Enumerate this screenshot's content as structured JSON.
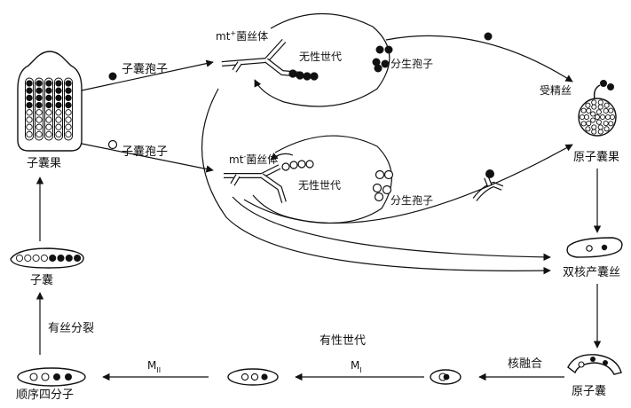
{
  "labels": {
    "mt_plus_prefix": "mt",
    "mt_plus_sup": "+",
    "mt_plus_suffix": "菌丝体",
    "mt_minus_prefix": "mt",
    "mt_minus_sup": "-",
    "mt_minus_suffix": "菌丝体",
    "asexual_top": "无性世代",
    "asexual_mid": "无性世代",
    "conidia_top": "分生孢子",
    "conidia_mid": "分生孢子",
    "ascospore_top": "子囊孢子",
    "ascospore_mid": "子囊孢子",
    "perithecium": "子囊果",
    "trichogyne": "受精丝",
    "protoperithecium": "原子囊果",
    "dikaryon_hypha": "双核产囊丝",
    "ascus": "子囊",
    "mitosis": "有丝分裂",
    "sexual_generation": "有性世代",
    "karyogamy": "核融合",
    "proascus": "原子囊",
    "ordered_tetrad": "顺序四分子",
    "meiosis2_base": "M",
    "meiosis2_sub": "II",
    "meiosis1_base": "M",
    "meiosis1_sub": "I"
  }
}
